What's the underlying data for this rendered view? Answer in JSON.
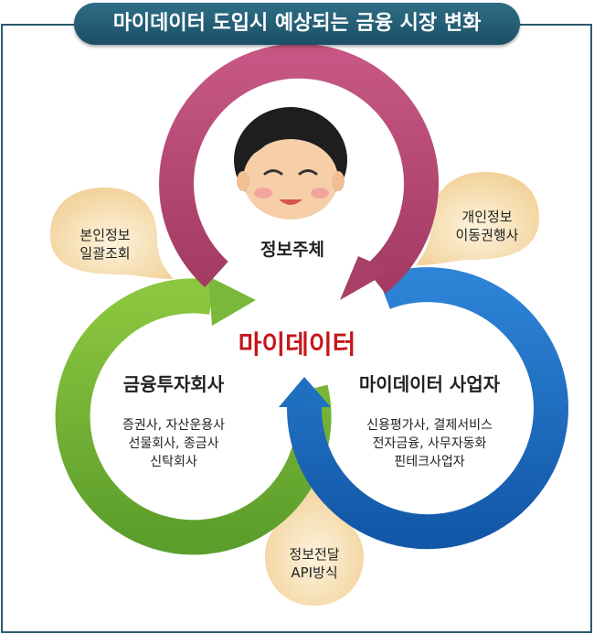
{
  "title": "마이데이터 도입시 예상되는 금융 시장 변화",
  "center": {
    "label": "마이데이터",
    "color": "#c4161c"
  },
  "nodes": {
    "subject": {
      "label": "정보주체"
    },
    "investment": {
      "label": "금융투자회사",
      "desc": [
        "증권사, 자산운용사",
        "선물회사, 종금사",
        "신탁회사"
      ]
    },
    "business": {
      "label": "마이데이터 사업자",
      "desc": [
        "신용평가사, 결제서비스",
        "전자금융, 사무자동화",
        "핀테크사업자"
      ]
    }
  },
  "drops": {
    "left": [
      "본인정보",
      "일괄조회"
    ],
    "right": [
      "개인정보",
      "이동권행사"
    ],
    "bottom": [
      "정보전달",
      "API방식"
    ]
  },
  "colors": {
    "ring_subject": "#b4466e",
    "ring_investment": "#77b43a",
    "ring_business": "#1f6fc0",
    "drop": "#f6d9a6",
    "title_bg": "#215a72"
  },
  "icons": {
    "person": "person-face-icon"
  }
}
